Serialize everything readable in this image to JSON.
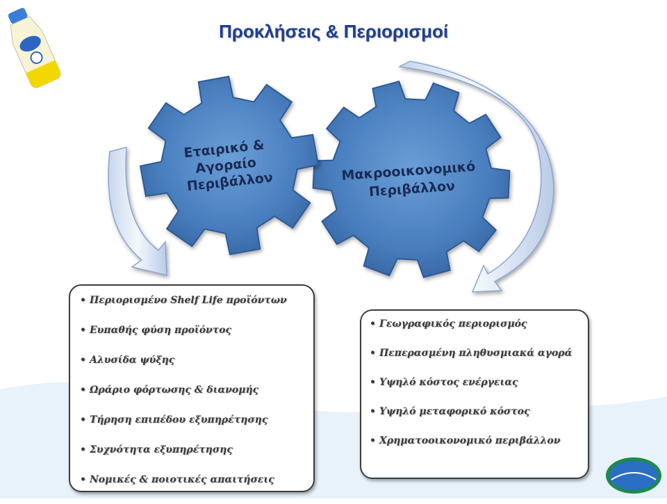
{
  "title": "Προκλήσεις & Περιορισμοί",
  "gears": {
    "left": {
      "lines": [
        "Εταιρικό &",
        "Αγοραίο",
        "Περιβάλλον"
      ]
    },
    "right": {
      "lines": [
        "Μακροοικονομικό",
        "Περιβάλλον"
      ]
    }
  },
  "left_box": {
    "items": [
      "Περιορισμένο Shelf Life προϊόντων",
      "Ευπαθής φύση προϊόντος",
      "Αλυσίδα ψύξης",
      "Ωράριο φόρτωσης & διανομής",
      "Τήρηση επιπέδου εξυπηρέτησης",
      "Συχνότητα εξυπηρέτησης",
      "Νομικές & ποιοτικές απαιτήσεις"
    ]
  },
  "right_box": {
    "items": [
      "Γεωγραφικός περιορισμός",
      "Πεπερασμένη πληθυσμιακά αγορά",
      "Υψηλό κόστος ενέργειας",
      "Υψηλό μεταφορικό κόστος",
      "Χρηματοοικονομικό περιβάλλον"
    ]
  },
  "colors": {
    "gear_fill": "#4a7fbf",
    "gear_edge": "#2d5a95",
    "title": "#1f3f8f",
    "wave": "#e8f2fa"
  }
}
